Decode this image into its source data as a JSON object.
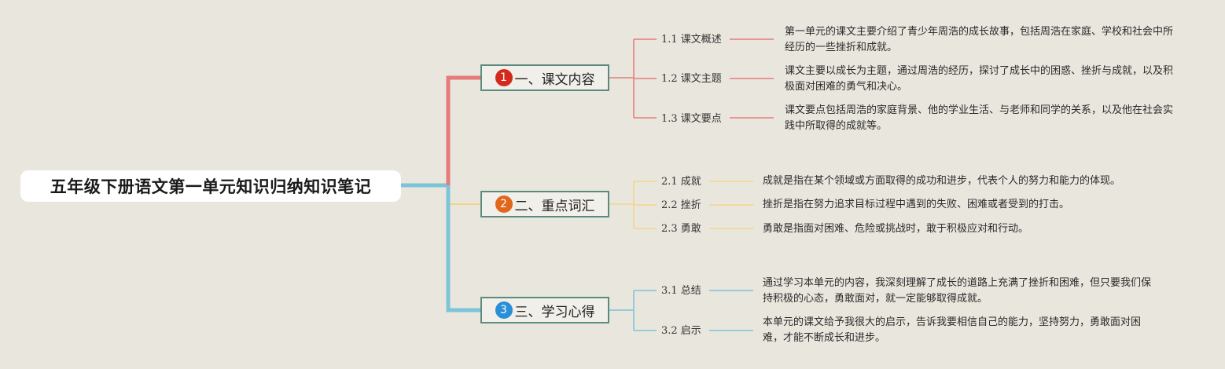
{
  "root": {
    "title": "五年级下册语文第一单元知识归纳知识笔记"
  },
  "branches": [
    {
      "number": "1",
      "title": "一、课文内容",
      "color": "#e87a7a",
      "badge_color": "#d42a1e",
      "items": [
        {
          "label": "1.1 课文概述",
          "desc": "第一单元的课文主要介绍了青少年周浩的成长故事，包括周浩在家庭、学校和社会中所经历的一些挫折和成就。"
        },
        {
          "label": "1.2 课文主题",
          "desc": "课文主要以成长为主题，通过周浩的经历，探讨了成长中的困惑、挫折与成就，以及积极面对困难的勇气和决心。"
        },
        {
          "label": "1.3 课文要点",
          "desc": "课文要点包括周浩的家庭背景、他的学业生活、与老师和同学的关系，以及他在社会实践中所取得的成就等。"
        }
      ]
    },
    {
      "number": "2",
      "title": "二、重点词汇",
      "color": "#f3d58a",
      "badge_color": "#e2661c",
      "items": [
        {
          "label": "2.1 成就",
          "desc": "成就是指在某个领域或方面取得的成功和进步，代表个人的努力和能力的体现。"
        },
        {
          "label": "2.2 挫折",
          "desc": "挫折是指在努力追求目标过程中遇到的失败、困难或者受到的打击。"
        },
        {
          "label": "2.3 勇敢",
          "desc": "勇敢是指面对困难、危险或挑战时，敢于积极应对和行动。"
        }
      ]
    },
    {
      "number": "3",
      "title": "三、学习心得",
      "color": "#7cc4d8",
      "badge_color": "#2a8fd6",
      "items": [
        {
          "label": "3.1 总结",
          "desc": "通过学习本单元的内容，我深刻理解了成长的道路上充满了挫折和困难，但只要我们保持积极的心态，勇敢面对，就一定能够取得成就。"
        },
        {
          "label": "3.2 启示",
          "desc": "本单元的课文给予我很大的启示，告诉我要相信自己的能力，坚持努力，勇敢面对困难，才能不断成长和进步。"
        }
      ]
    }
  ]
}
